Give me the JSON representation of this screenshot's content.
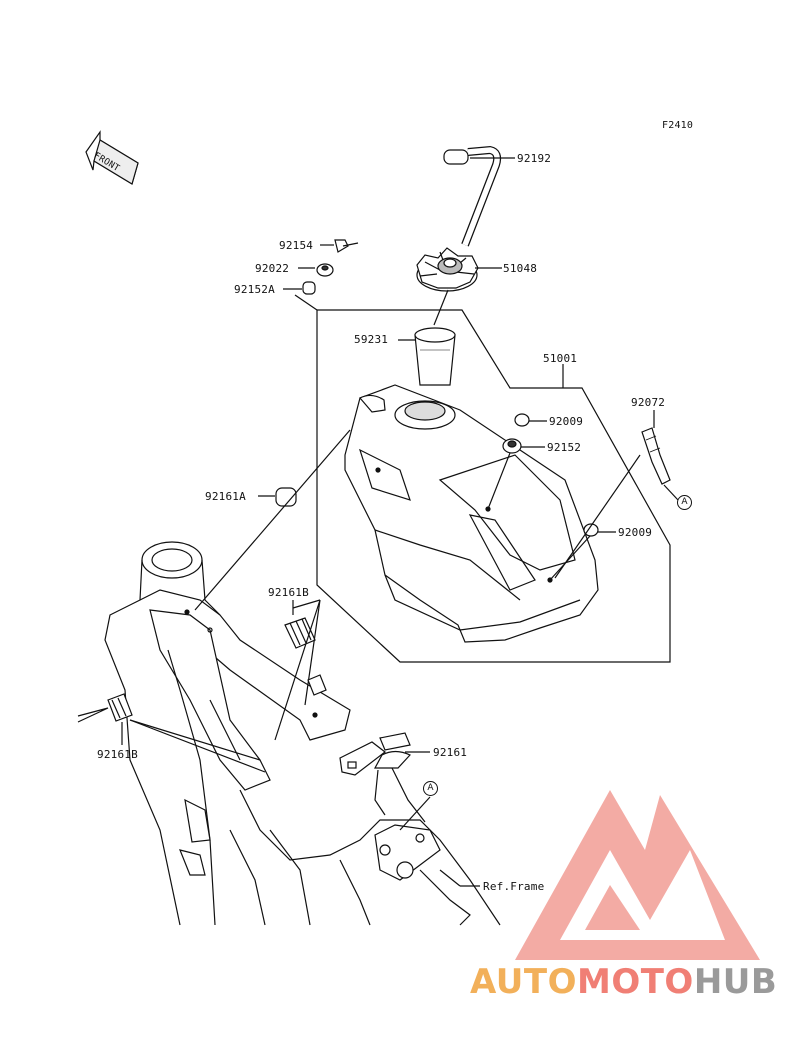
{
  "figure_code": "F2410",
  "front_arrow_label": "FRONT",
  "parts": {
    "p92192": "92192",
    "p92154": "92154",
    "p92022": "92022",
    "p51048": "51048",
    "p92152A": "92152A",
    "p59231": "59231",
    "p51001": "51001",
    "p92072": "92072",
    "p92009a": "92009",
    "p92152": "92152",
    "p92161A": "92161A",
    "p92009b": "92009",
    "p92161B_top": "92161B",
    "p92161B_left": "92161B",
    "p92161": "92161",
    "ref_frame": "Ref.Frame"
  },
  "callouts": {
    "a1": "A",
    "a2": "A"
  },
  "watermark": {
    "part1": "AUTO",
    "part2": "MOTO",
    "part3": "HUB",
    "color1": "#f2b05a",
    "color2": "#f07f75",
    "color3": "#9a9a9a"
  }
}
